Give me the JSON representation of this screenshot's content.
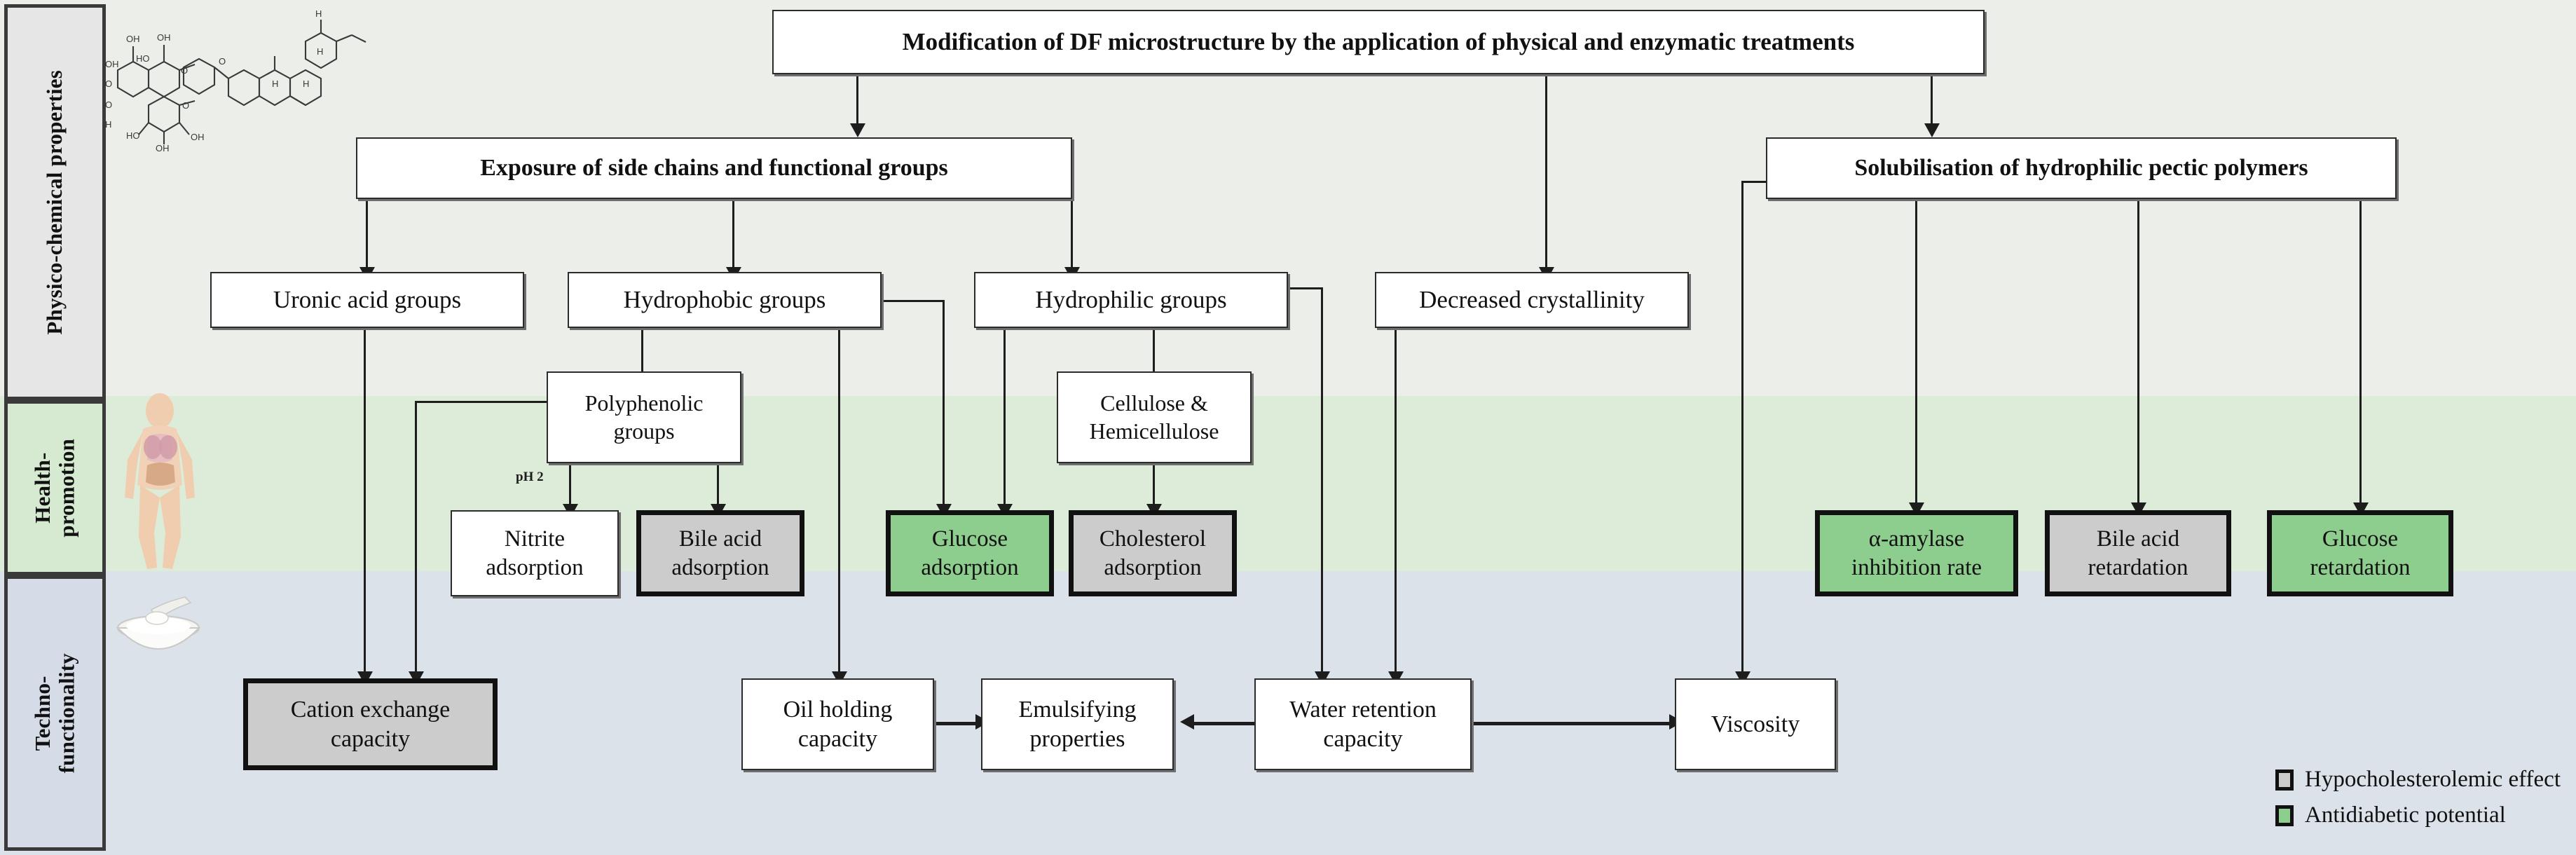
{
  "sidebar": {
    "items": [
      {
        "label": "Physico-chemical properties",
        "name": "physico-chemical-properties"
      },
      {
        "label": "Health-\npromotion",
        "name": "health-promotion"
      },
      {
        "label": "Techno-\nfunctionality",
        "name": "techno-functionality"
      }
    ]
  },
  "nodes": {
    "title": "Modification of DF microstructure by the application of physical and enzymatic treatments",
    "exposure": "Exposure of side chains and functional groups",
    "solubilisation": "Solubilisation of hydrophilic pectic polymers",
    "uronic_acid": "Uronic acid groups",
    "hydrophobic": "Hydrophobic groups",
    "hydrophilic": "Hydrophilic groups",
    "decreased_crystallinity": "Decreased crystallinity",
    "polyphenolic": "Polyphenolic\ngroups",
    "cellulose": "Cellulose &\nHemicellulose",
    "nitrite_adsorption": "Nitrite\nadsorption",
    "bile_acid_adsorption": "Bile acid\nadsorption",
    "glucose_adsorption": "Glucose\nadsorption",
    "cholesterol_adsorption": "Cholesterol\nadsorption",
    "amylase_inhibition": "α-amylase\ninhibition rate",
    "bile_acid_retardation": "Bile acid\nretardation",
    "glucose_retardation": "Glucose\nretardation",
    "cation_exchange": "Cation exchange\ncapacity",
    "oil_holding": "Oil holding\ncapacity",
    "emulsifying": "Emulsifying\nproperties",
    "water_retention": "Water retention\ncapacity",
    "viscosity": "Viscosity"
  },
  "annotations": {
    "ph2": "pH 2"
  },
  "legend": {
    "items": [
      {
        "label": "Hypocholesterolemic effect",
        "color": "#cccccc"
      },
      {
        "label": "Antidiabetic potential",
        "color": "#8dcd8d"
      }
    ]
  },
  "colors": {
    "band_physico": "#eceeea",
    "band_health": "#dcecd8",
    "band_techno": "#dce2ea",
    "gray_fill": "#cccccc",
    "green_fill": "#8dcd8d",
    "line": "#1d1d1d"
  },
  "icons": {
    "chem_structure": "chemical-structure-icon",
    "human_body": "human-body-icon",
    "yogurt_bowl": "yogurt-bowl-icon"
  },
  "chart_data": {
    "type": "diagram",
    "title": "Modification of DF microstructure by the application of physical and enzymatic treatments",
    "rows": [
      "Physico-chemical properties",
      "Health-promotion",
      "Techno-functionality"
    ],
    "edges": [
      [
        "Modification of DF microstructure",
        "Exposure of side chains and functional groups"
      ],
      [
        "Modification of DF microstructure",
        "Decreased crystallinity"
      ],
      [
        "Modification of DF microstructure",
        "Solubilisation of hydrophilic pectic polymers"
      ],
      [
        "Exposure of side chains and functional groups",
        "Uronic acid groups"
      ],
      [
        "Exposure of side chains and functional groups",
        "Hydrophobic groups"
      ],
      [
        "Exposure of side chains and functional groups",
        "Hydrophilic groups"
      ],
      [
        "Uronic acid groups",
        "Cation exchange capacity"
      ],
      [
        "Hydrophobic groups",
        "Polyphenolic groups"
      ],
      [
        "Hydrophobic groups",
        "Glucose adsorption"
      ],
      [
        "Polyphenolic groups",
        "Nitrite adsorption"
      ],
      [
        "Polyphenolic groups",
        "Bile acid adsorption"
      ],
      [
        "Polyphenolic groups",
        "Cation exchange capacity"
      ],
      [
        "Hydrophilic groups",
        "Cellulose & Hemicellulose"
      ],
      [
        "Hydrophilic groups",
        "Glucose adsorption"
      ],
      [
        "Hydrophilic groups",
        "Water retention capacity"
      ],
      [
        "Cellulose & Hemicellulose",
        "Cholesterol adsorption"
      ],
      [
        "Decreased crystallinity",
        "Water retention capacity"
      ],
      [
        "Solubilisation of hydrophilic pectic polymers",
        "α-amylase inhibition rate"
      ],
      [
        "Solubilisation of hydrophilic pectic polymers",
        "Bile acid retardation"
      ],
      [
        "Solubilisation of hydrophilic pectic polymers",
        "Glucose retardation"
      ],
      [
        "Solubilisation of hydrophilic pectic polymers",
        "Viscosity"
      ],
      [
        "Oil holding capacity",
        "Emulsifying properties"
      ],
      [
        "Water retention capacity",
        "Emulsifying properties"
      ],
      [
        "Water retention capacity",
        "Viscosity"
      ],
      [
        "Hydrophobic groups",
        "Oil holding capacity"
      ]
    ],
    "annotations": [
      "pH 2"
    ],
    "legend": [
      "Hypocholesterolemic effect",
      "Antidiabetic potential"
    ]
  }
}
